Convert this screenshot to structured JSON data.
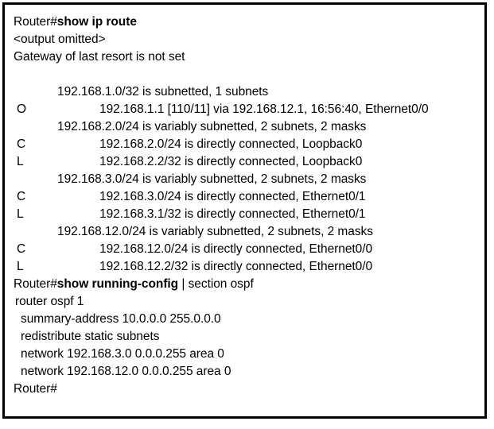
{
  "terminal": {
    "lines": [
      {
        "kind": "prompt",
        "prompt": "Router#",
        "command": "show ip route",
        "suffix": ""
      },
      {
        "kind": "plain",
        "text": "<output omitted>"
      },
      {
        "kind": "plain",
        "text": "Gateway of last resort is not set"
      },
      {
        "kind": "blank",
        "text": ""
      },
      {
        "kind": "subnet",
        "text": "192.168.1.0/32 is subnetted, 1 subnets"
      },
      {
        "kind": "route",
        "code": "O",
        "text": "192.168.1.1 [110/11] via 192.168.12.1, 16:56:40, Ethernet0/0"
      },
      {
        "kind": "subnet",
        "text": "192.168.2.0/24 is variably subnetted, 2 subnets, 2 masks"
      },
      {
        "kind": "route",
        "code": "C",
        "text": "192.168.2.0/24 is directly connected, Loopback0"
      },
      {
        "kind": "route",
        "code": "L",
        "text": "192.168.2.2/32 is directly connected, Loopback0"
      },
      {
        "kind": "subnet",
        "text": "192.168.3.0/24 is variably subnetted, 2 subnets, 2 masks"
      },
      {
        "kind": "route",
        "code": "C",
        "text": "192.168.3.0/24 is directly connected, Ethernet0/1"
      },
      {
        "kind": "route",
        "code": "L",
        "text": "192.168.3.1/32 is directly connected, Ethernet0/1"
      },
      {
        "kind": "subnet",
        "text": "192.168.12.0/24 is variably subnetted, 2 subnets, 2 masks"
      },
      {
        "kind": "route",
        "code": "C",
        "text": "192.168.12.0/24 is directly connected, Ethernet0/0"
      },
      {
        "kind": "route",
        "code": "L",
        "text": "192.168.12.2/32 is directly connected, Ethernet0/0"
      },
      {
        "kind": "prompt",
        "prompt": "Router#",
        "command": "show running-config",
        "suffix": " | section ospf"
      },
      {
        "kind": "cfg-head",
        "text": "router ospf 1"
      },
      {
        "kind": "cfg",
        "text": "summary-address 10.0.0.0 255.0.0.0"
      },
      {
        "kind": "cfg",
        "text": "redistribute static subnets"
      },
      {
        "kind": "cfg",
        "text": "network 192.168.3.0 0.0.0.255 area 0"
      },
      {
        "kind": "cfg",
        "text": "network 192.168.12.0 0.0.0.255 area 0"
      },
      {
        "kind": "plain",
        "text": "Router#"
      }
    ]
  },
  "style": {
    "text_color": "#000000",
    "background_color": "#ffffff",
    "border_color": "#000000"
  }
}
